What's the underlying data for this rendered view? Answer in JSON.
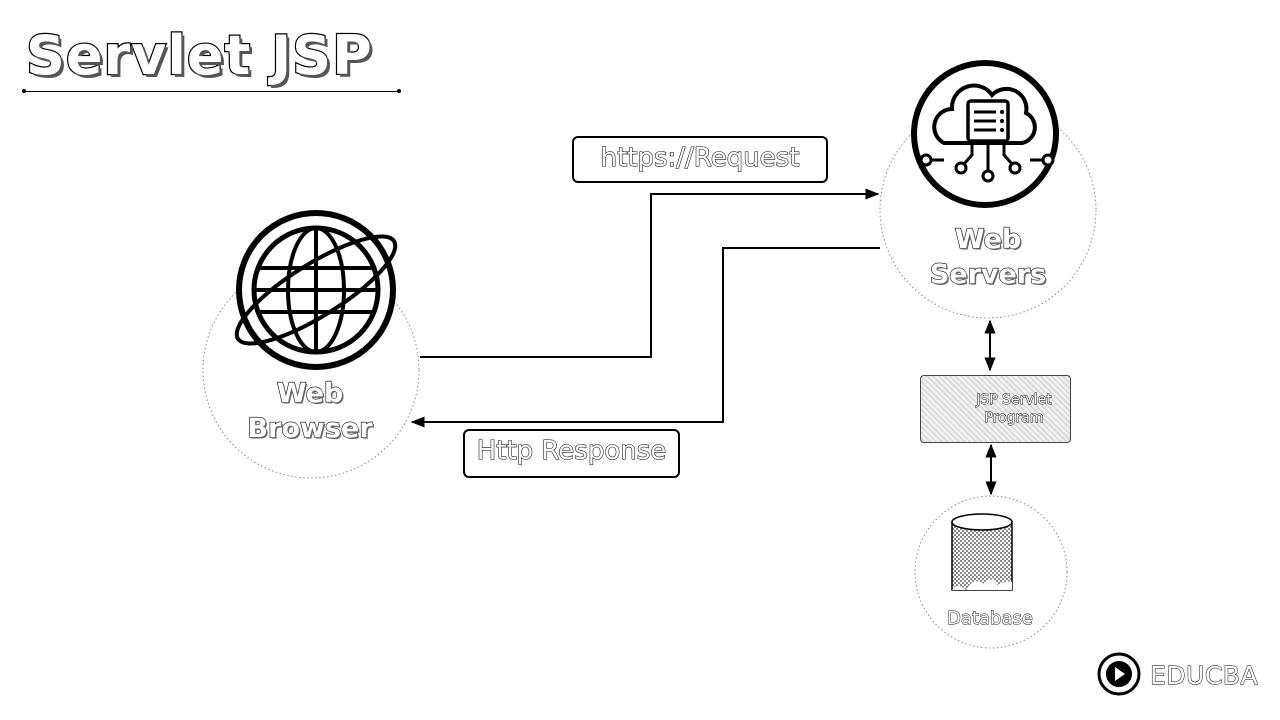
{
  "title": "Servlet JSP",
  "nodes": {
    "browser": {
      "line1": "Web",
      "line2": "Browser"
    },
    "server": {
      "line1": "Web",
      "line2": "Servers"
    },
    "program": {
      "label": "JSP Servlet Program"
    },
    "database": {
      "label": "Database"
    }
  },
  "messages": {
    "request": "https://Request",
    "response": "Http Response"
  },
  "brand": {
    "name": "EDUCBA"
  },
  "icons": {
    "browser": "globe-icon",
    "server": "cloud-server-icon",
    "program": "java-cup-icon",
    "database": "database-cylinder-icon",
    "brand": "educba-logo-icon"
  }
}
